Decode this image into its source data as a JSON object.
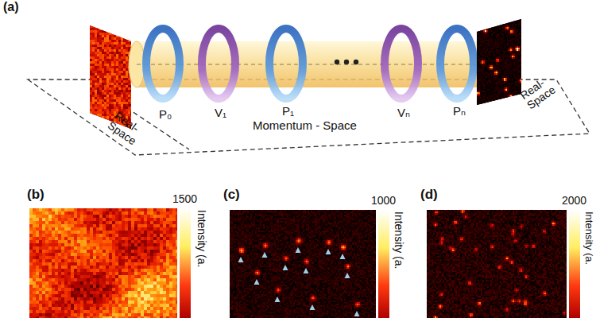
{
  "diagram": {
    "labels": [
      "(a)",
      "Real-Space",
      "P₀",
      "V₁",
      "P₁",
      "Vₙ",
      "Pₙ",
      "Momentum - Space",
      "Real-Space",
      "(b)",
      "1500",
      "Intensity (a.",
      "(c)",
      "1000",
      "Intensity (a.",
      "(d)",
      "2000",
      "Intensity (a."
    ]
  }
}
